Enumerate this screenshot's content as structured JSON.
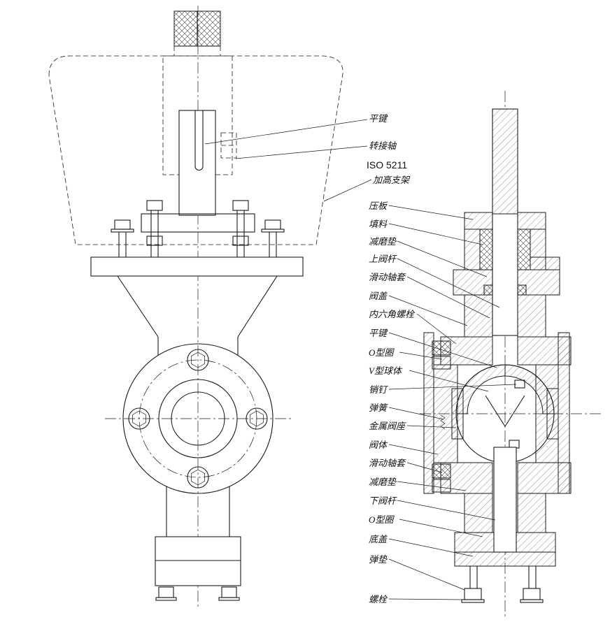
{
  "drawing": {
    "colors": {
      "line": "#1a1a1a",
      "background": "#ffffff"
    },
    "labels": [
      {
        "id": "flat-key-top",
        "text": "平键"
      },
      {
        "id": "adapter-shaft",
        "text": "转接轴"
      },
      {
        "id": "iso-5211",
        "text": "ISO 5211"
      },
      {
        "id": "raised-bracket",
        "text": "加高支架"
      },
      {
        "id": "gland-plate",
        "text": "压板"
      },
      {
        "id": "packing",
        "text": "填料"
      },
      {
        "id": "wear-pad-upper",
        "text": "减磨垫"
      },
      {
        "id": "upper-stem",
        "text": "上阀杆"
      },
      {
        "id": "sliding-bushing-upper",
        "text": "滑动轴套"
      },
      {
        "id": "bonnet",
        "text": "阀盖"
      },
      {
        "id": "hex-socket-bolt",
        "text": "内六角螺栓"
      },
      {
        "id": "flat-key",
        "text": "平键"
      },
      {
        "id": "o-ring-upper",
        "text": "O型圈"
      },
      {
        "id": "v-ball",
        "text": "V型球体"
      },
      {
        "id": "pin",
        "text": "销钉"
      },
      {
        "id": "spring",
        "text": "弹簧"
      },
      {
        "id": "metal-seat",
        "text": "金属阀座"
      },
      {
        "id": "valve-body",
        "text": "阀体"
      },
      {
        "id": "sliding-bushing-lower",
        "text": "滑动轴套"
      },
      {
        "id": "wear-pad-lower",
        "text": "减磨垫"
      },
      {
        "id": "lower-stem",
        "text": "下阀杆"
      },
      {
        "id": "o-ring-lower",
        "text": "O型圈"
      },
      {
        "id": "bottom-cover",
        "text": "底盖"
      },
      {
        "id": "spring-washer",
        "text": "弹垫"
      },
      {
        "id": "bolt",
        "text": "螺栓"
      }
    ]
  }
}
